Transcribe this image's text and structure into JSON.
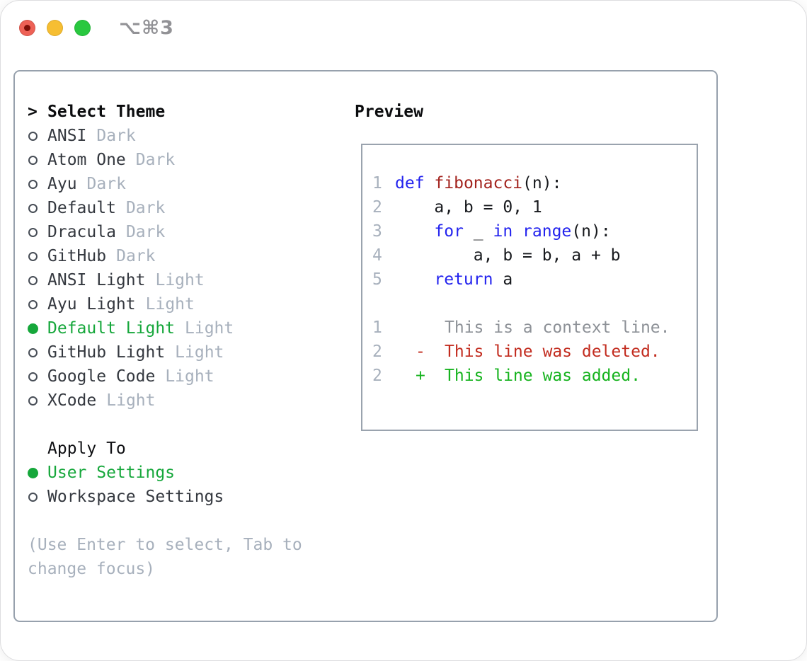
{
  "window": {
    "title": "⌥⌘3",
    "traffic_lights": {
      "close": "close-button",
      "minimize": "minimize-button",
      "zoom": "zoom-button"
    }
  },
  "colors": {
    "selection_green": "#16a73b",
    "added_green": "#16b31e",
    "deleted_red": "#c22b1e",
    "keyword_blue": "#2323ee",
    "function_red": "#a3241f",
    "muted_gray": "#a7b0bc",
    "context_gray": "#8d9197",
    "panel_border": "#97a1ad",
    "traffic_red": "#ee6156",
    "traffic_yellow": "#f6be32",
    "traffic_green": "#29c83f"
  },
  "theme_panel": {
    "header": {
      "prefix": ">",
      "label": "Select Theme"
    },
    "items": [
      {
        "name": "ANSI",
        "variant": "Dark",
        "selected": false
      },
      {
        "name": "Atom One",
        "variant": "Dark",
        "selected": false
      },
      {
        "name": "Ayu",
        "variant": "Dark",
        "selected": false
      },
      {
        "name": "Default",
        "variant": "Dark",
        "selected": false
      },
      {
        "name": "Dracula",
        "variant": "Dark",
        "selected": false
      },
      {
        "name": "GitHub",
        "variant": "Dark",
        "selected": false
      },
      {
        "name": "ANSI Light",
        "variant": "Light",
        "selected": false
      },
      {
        "name": "Ayu Light",
        "variant": "Light",
        "selected": false
      },
      {
        "name": "Default Light",
        "variant": "Light",
        "selected": true
      },
      {
        "name": "GitHub Light",
        "variant": "Light",
        "selected": false
      },
      {
        "name": "Google Code",
        "variant": "Light",
        "selected": false
      },
      {
        "name": "XCode",
        "variant": "Light",
        "selected": false
      }
    ],
    "apply_to": {
      "label": "Apply To",
      "options": [
        {
          "label": "User Settings",
          "selected": true
        },
        {
          "label": "Workspace Settings",
          "selected": false
        }
      ]
    },
    "help_text": "(Use Enter to select, Tab to change focus)"
  },
  "preview": {
    "label": "Preview",
    "code_lines": [
      {
        "lineno": "1",
        "segments": [
          {
            "t": "def",
            "c": "kw"
          },
          {
            "t": " ",
            "c": "plain"
          },
          {
            "t": "fibonacci",
            "c": "fn"
          },
          {
            "t": "(n):",
            "c": "plain"
          }
        ]
      },
      {
        "lineno": "2",
        "segments": [
          {
            "t": "    a, b = 0, 1",
            "c": "plain"
          }
        ]
      },
      {
        "lineno": "3",
        "segments": [
          {
            "t": "    ",
            "c": "plain"
          },
          {
            "t": "for",
            "c": "kw"
          },
          {
            "t": " _ ",
            "c": "plain"
          },
          {
            "t": "in",
            "c": "kw"
          },
          {
            "t": " ",
            "c": "plain"
          },
          {
            "t": "range",
            "c": "kw"
          },
          {
            "t": "(n):",
            "c": "plain"
          }
        ]
      },
      {
        "lineno": "4",
        "segments": [
          {
            "t": "        a, b = b, a + b",
            "c": "plain"
          }
        ]
      },
      {
        "lineno": "5",
        "segments": [
          {
            "t": "    ",
            "c": "plain"
          },
          {
            "t": "return",
            "c": "kw"
          },
          {
            "t": " a",
            "c": "plain"
          }
        ]
      }
    ],
    "diff_lines": [
      {
        "lineno": "1",
        "marker": "",
        "text": "This is a context line.",
        "type": "context"
      },
      {
        "lineno": "2",
        "marker": "-",
        "text": "This line was deleted.",
        "type": "deleted"
      },
      {
        "lineno": "2",
        "marker": "+",
        "text": "This line was added.",
        "type": "added"
      }
    ]
  }
}
